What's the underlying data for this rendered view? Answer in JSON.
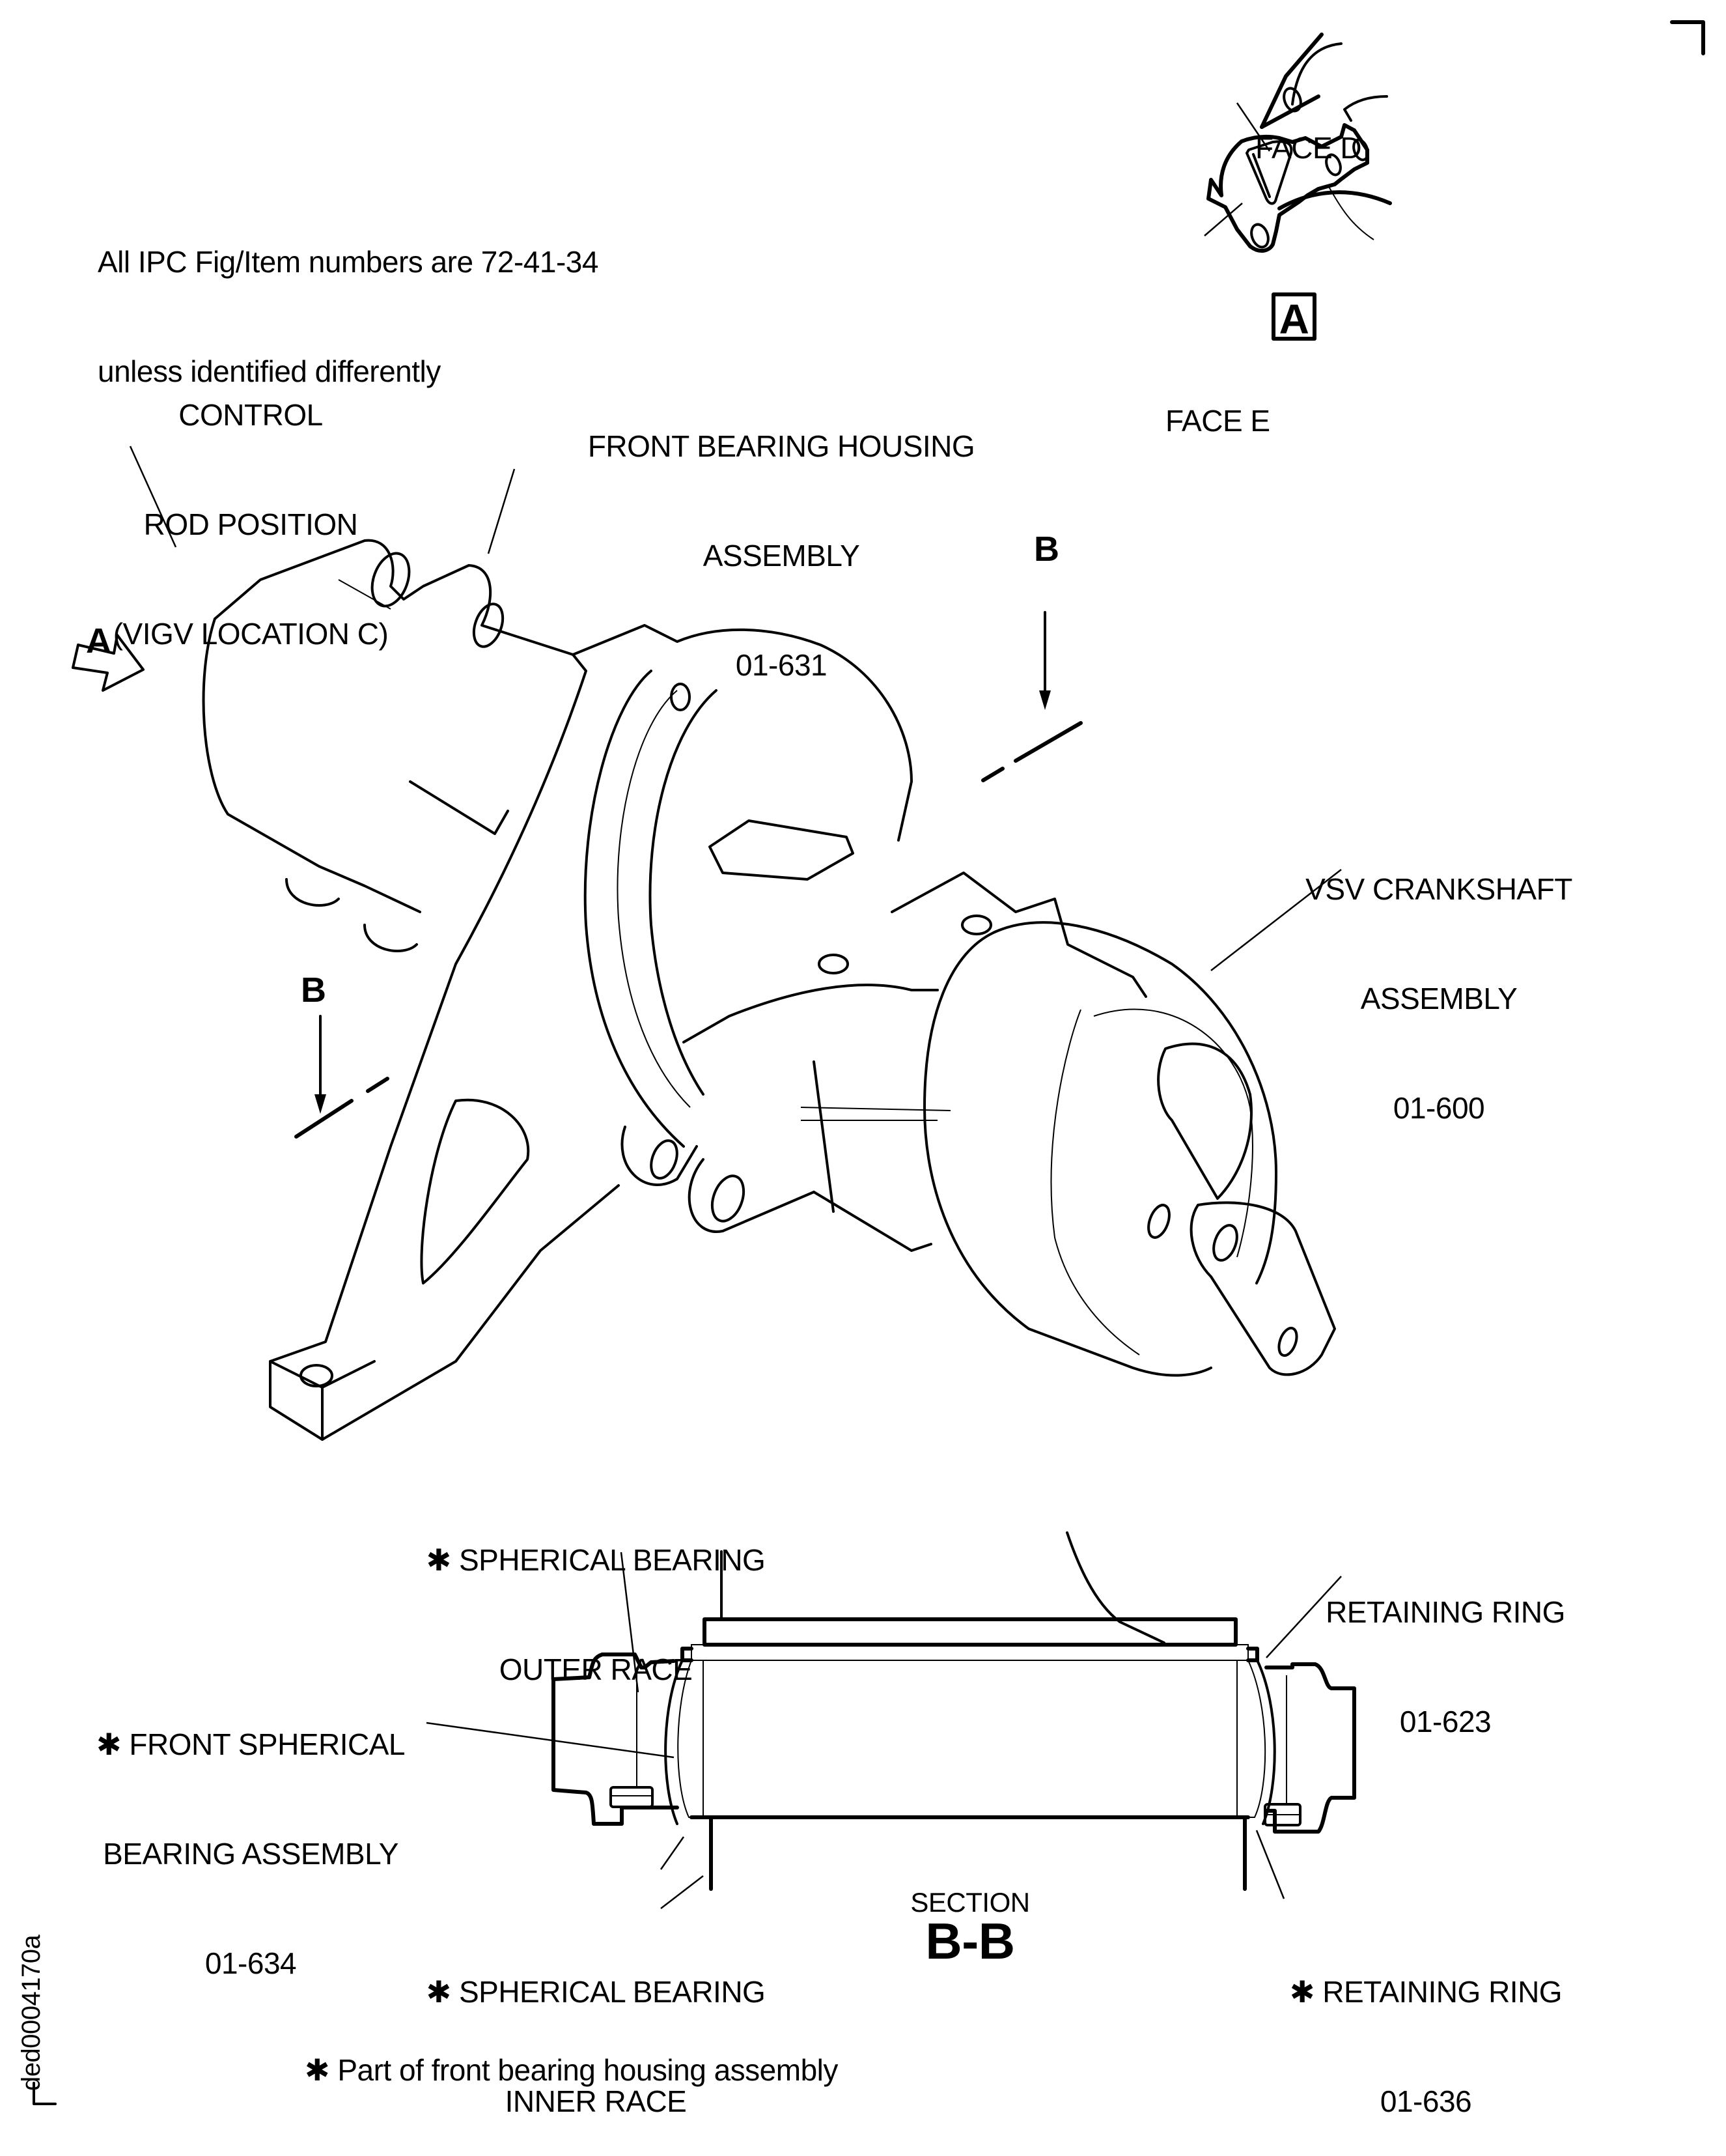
{
  "note": {
    "line1": "All IPC Fig/Item numbers are 72-41-34",
    "line2": "unless identified differently"
  },
  "labels": {
    "control_rod": [
      "CONTROL",
      "ROD POSITION",
      "(VIGV LOCATION C)"
    ],
    "front_bearing_housing": [
      "FRONT BEARING HOUSING",
      "ASSEMBLY",
      "01-631"
    ],
    "vsv_crankshaft": [
      "VSV CRANKSHAFT",
      "ASSEMBLY",
      "01-600"
    ],
    "face_d": "FACE D",
    "face_e": "FACE E",
    "view_a_box": "A",
    "view_a_arrow": "A",
    "section_b_top": "B",
    "section_b_left": "B",
    "outer_race": [
      "✱ SPHERICAL BEARING",
      "OUTER RACE"
    ],
    "retaining_ring_623": [
      "RETAINING RING",
      "01-623"
    ],
    "front_spherical_bearing": [
      "✱ FRONT SPHERICAL",
      "BEARING ASSEMBLY",
      "01-634"
    ],
    "inner_race": [
      "✱ SPHERICAL BEARING",
      "INNER RACE"
    ],
    "section_title": "SECTION",
    "section_name": "B-B",
    "retaining_ring_636": [
      "✱ RETAINING RING",
      "01-636"
    ]
  },
  "footnote": "✱ Part of front bearing housing assembly",
  "figure_id": "ded0004170a"
}
